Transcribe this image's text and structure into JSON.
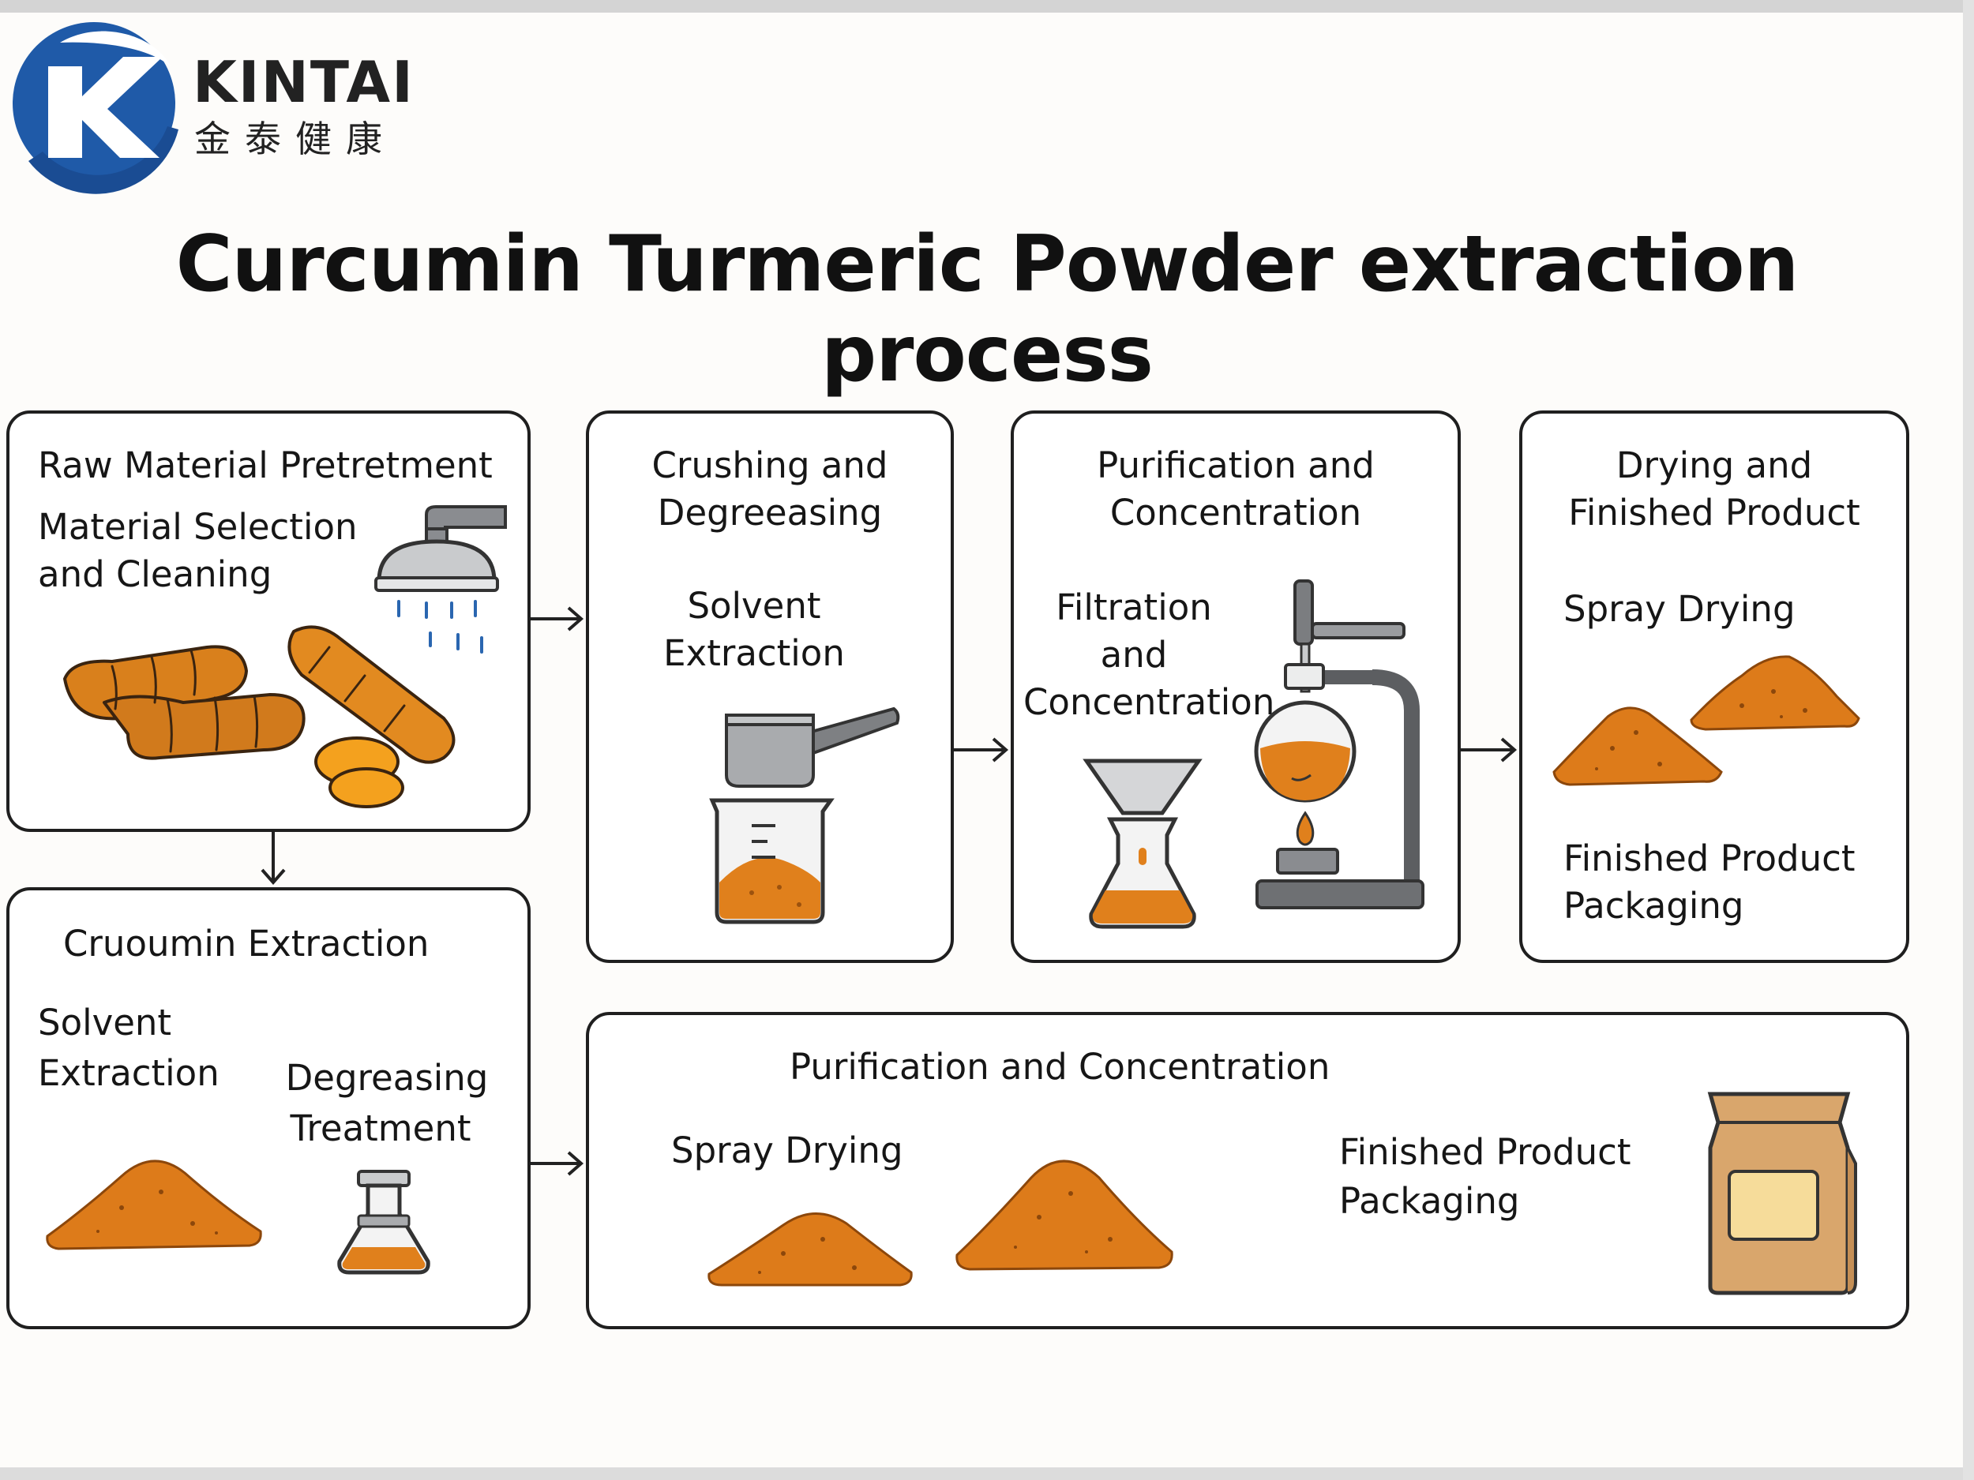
{
  "brand": {
    "name": "KINTAI",
    "name_cn": "金泰健康"
  },
  "title": "Curcumin Turmeric Powder extraction process",
  "steps": {
    "pretreatment": {
      "heading": "Raw Material Pretretment",
      "sub_line1": "Material Selection",
      "sub_line2": "and Cleaning",
      "icons": [
        "shower-icon",
        "turmeric-roots-icon"
      ]
    },
    "crushing": {
      "heading_line1": "Crushing and",
      "heading_line2": "Degreeasing",
      "sub_line1": "Solvent",
      "sub_line2": "Extraction",
      "icons": [
        "scoop-icon",
        "beaker-icon"
      ]
    },
    "purification": {
      "heading_line1": "Purification and",
      "heading_line2": "Concentration",
      "sub_line1": "Filtration",
      "sub_line2": "and",
      "sub_line3": "Concentration",
      "icons": [
        "funnel-flask-icon",
        "distillation-apparatus-icon"
      ]
    },
    "drying": {
      "heading_line1": "Drying and",
      "heading_line2": "Finished Product",
      "sub1": "Spray Drying",
      "sub2_line1": "Finished Product",
      "sub2_line2": "Packaging",
      "icons": [
        "powder-pile-icon"
      ]
    },
    "extraction": {
      "heading": "Cruoumin Extraction",
      "left_line1": "Solvent",
      "left_line2": "Extraction",
      "right_line1": "Degreasing",
      "right_line2": "Treatment",
      "icons": [
        "powder-pile-icon",
        "flask-icon"
      ]
    },
    "final": {
      "heading": "Purification and Concentration",
      "sub1": "Spray Drying",
      "sub2_line1": "Finished Product",
      "sub2_line2": "Packaging",
      "icons": [
        "powder-pile-icon",
        "package-bag-icon"
      ]
    }
  },
  "colors": {
    "orange": "#e0801c",
    "dark_orange": "#b85e12",
    "logo_blue": "#1f5aa8",
    "border": "#1f1f1f",
    "grey": "#8a8c90"
  }
}
